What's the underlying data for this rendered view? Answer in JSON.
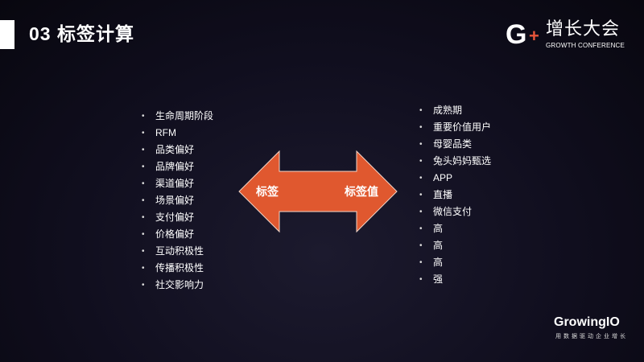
{
  "header": {
    "title": "03 标签计算"
  },
  "logo": {
    "mark": "G+",
    "name_cn": "增长大会",
    "name_en": "GROWTH CONFERENCE"
  },
  "arrow": {
    "left_label": "标签",
    "right_label": "标签值",
    "color": "#e0582f"
  },
  "tags": [
    "生命周期阶段",
    "RFM",
    "品类偏好",
    "品牌偏好",
    "渠道偏好",
    "场景偏好",
    "支付偏好",
    "价格偏好",
    "互动积极性",
    "传播积极性",
    "社交影响力"
  ],
  "values": [
    "成熟期",
    "重要价值用户",
    "母婴品类",
    "兔头妈妈甄选",
    "APP",
    "直播",
    "微信支付",
    "高",
    "高",
    "高",
    "强"
  ],
  "footer": {
    "brand": "GrowingIO",
    "slogan": "用数据驱动企业增长"
  }
}
